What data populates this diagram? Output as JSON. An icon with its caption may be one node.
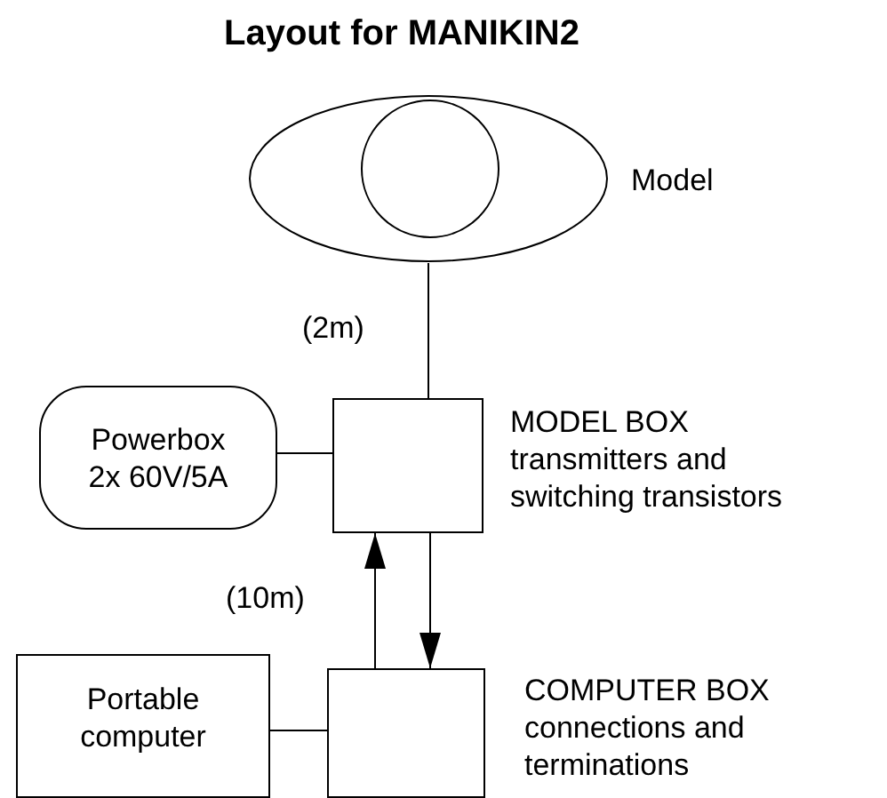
{
  "diagram": {
    "title": "Layout for MANIKIN2",
    "nodes": [
      {
        "text": [],
        "shape": "ellipse",
        "beside": [
          "Model"
        ]
      },
      {
        "text": [],
        "shape": "circle",
        "in": 0
      },
      {
        "text": [
          "MODEL BOX",
          "transmitters and switching transistors"
        ]
      },
      {
        "text": [
          "Powerbox 2x 60V/5A"
        ]
      },
      {
        "text": [
          "Portable computer"
        ]
      },
      {
        "text": [
          "COMPUTER BOX",
          "connections and terminations"
        ]
      }
    ],
    "edges": [
      {
        "from": 0,
        "to": 2,
        "arrow": "none",
        "label": "(2m)"
      },
      {
        "from": 3,
        "to": 2,
        "arrow": "none"
      },
      {
        "from": 5,
        "to": 2,
        "arrow": "to",
        "label": "(10m)"
      },
      {
        "from": 2,
        "to": 5,
        "arrow": "to"
      },
      {
        "from": 4,
        "to": 5,
        "arrow": "none"
      }
    ]
  }
}
